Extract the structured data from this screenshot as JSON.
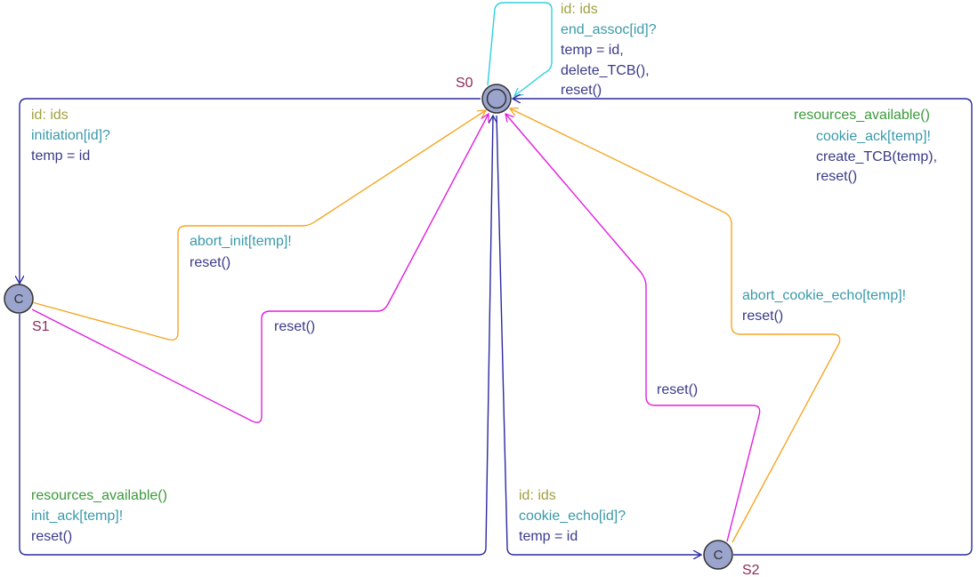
{
  "colors": {
    "select": "#a0a040",
    "guard": "#3a9a3a",
    "sync": "#3a9aaa",
    "update": "#3a3a8a",
    "edge_blue": "#2a2aa0",
    "edge_orange": "#f5a623",
    "edge_magenta": "#e020e0",
    "edge_cyan": "#30d0e0",
    "state_fill": "#9aa4cc",
    "state_name": "#8a2d5a"
  },
  "states": {
    "s0": {
      "name": "S0",
      "type": "initial"
    },
    "s1": {
      "name": "S1",
      "type": "committed",
      "mark": "C"
    },
    "s2": {
      "name": "S2",
      "type": "committed",
      "mark": "C"
    }
  },
  "edges": {
    "s0_loop": {
      "select": "id: ids",
      "sync": "end_assoc[id]?",
      "update1": "temp = id,",
      "update2": "delete_TCB(),",
      "update3": "reset()"
    },
    "s0_s1": {
      "select": "id: ids",
      "sync": "initiation[id]?",
      "update": "temp = id"
    },
    "s1_s0_abort": {
      "sync": "abort_init[temp]!",
      "update": "reset()"
    },
    "s1_s0_reset": {
      "update": "reset()"
    },
    "s1_s0_ack": {
      "guard": "resources_available()",
      "sync": "init_ack[temp]!",
      "update": "reset()"
    },
    "s0_s2": {
      "select": "id: ids",
      "sync": "cookie_echo[id]?",
      "update": "temp = id"
    },
    "s2_s0_reset": {
      "update": "reset()"
    },
    "s2_s0_abort": {
      "sync": "abort_cookie_echo[temp]!",
      "update": "reset()"
    },
    "s2_s0_ack": {
      "guard": "resources_available()",
      "sync": "cookie_ack[temp]!",
      "update1": "create_TCB(temp),",
      "update2": "reset()"
    }
  }
}
